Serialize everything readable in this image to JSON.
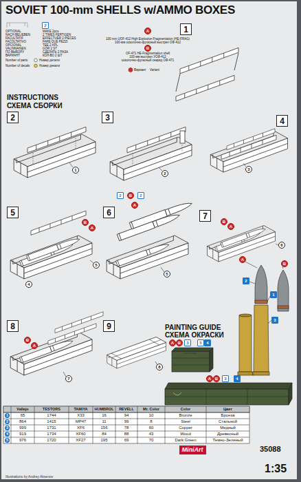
{
  "diagram": {
    "title": "SOVIET 100-mm SHELLS w/AMMO BOXES",
    "nodes": [
      {
        "text": [
          "1"
        ]
      },
      {
        "text": [
          "2"
        ]
      },
      {
        "text": [
          "3"
        ]
      },
      {
        "text": [
          "4"
        ]
      },
      {
        "text": [
          "5"
        ]
      },
      {
        "text": [
          "6"
        ]
      },
      {
        "text": [
          "7"
        ]
      },
      {
        "text": [
          "8"
        ]
      },
      {
        "text": [
          "9"
        ]
      }
    ],
    "labels": [
      "OPTIONAL",
      "NACH BELIEBEN",
      "FACULTATIF",
      "FACOLTATIVO",
      "OPCIONAL",
      "VALINNAINEN",
      "ПО ВЫБОРУ",
      "ВАРИАНТ",
      "MAKE 2pcs",
      "2 TIMES FERTIGEN",
      "EFFECTUER 2 PIECES",
      "FARE DUE PEZZI",
      "TEE 2 KPL",
      "GÖR 2 ST",
      "СДЕЛАТЬ 2 РАЗА",
      "КОЛ-ВО 2 ШТ",
      "2",
      "Number of parts",
      "Номер детали",
      "Number of decals",
      "Номер декали",
      "A",
      "100 mm UOF-412 High Explosive-Fragmentation (HE-FRAG)",
      "100-мм осколочно-фугасный выстрел ОФ-412",
      "B",
      "OF-471 HE-Fragmentation shell",
      "100-мм выстрел УОФ-412",
      "осколочно-фугасный снаряд ОФ-471",
      "Вариант",
      "Variant",
      "INSTRUCTIONS",
      "СХЕМА СБОРКИ",
      "1",
      "2",
      "3",
      "4",
      "5",
      "5",
      "6",
      "7",
      "8",
      "B",
      "A",
      "2",
      "B",
      "2",
      "A",
      "B",
      "A",
      "B",
      "A",
      "PAINTING GUIDE",
      "СХЕМА ОКРАСКИ",
      "A",
      "B",
      "3",
      "5",
      "4",
      "A",
      "B",
      "3",
      "4",
      "A",
      "B",
      "2",
      "1",
      "3",
      "Vallejo",
      "TESTORS",
      "TAMIYA",
      "HUMBROL",
      "REVELL",
      "Mr. Color",
      "Color",
      "Цвет",
      "1",
      "65",
      "1744",
      "X33",
      "16",
      "94",
      "10",
      "Bronze",
      "Бронза",
      "2",
      "864",
      "1415",
      "MP47",
      "11",
      "99",
      "8",
      "Steel",
      "Стальной",
      "3",
      "999",
      "1731",
      "XF6",
      "156",
      "78",
      "60",
      "Copper",
      "Медный",
      "4",
      "919",
      "1734",
      "XF60",
      "84",
      "88",
      "43",
      "Wood",
      "Древесный",
      "5",
      "976",
      "1720",
      "XF27",
      "195",
      "69",
      "70",
      "Dark Green",
      "Темно-Зеленый",
      "MiniArt",
      "35088",
      "1:35",
      "Illustrations by Andrey Aksenov"
    ]
  }
}
